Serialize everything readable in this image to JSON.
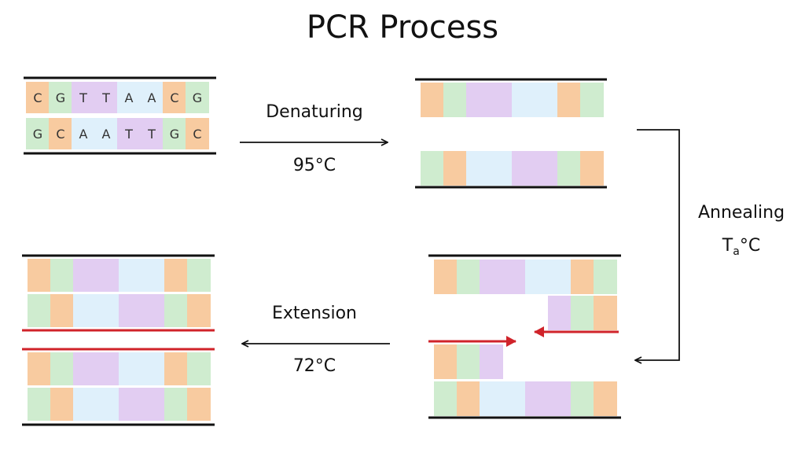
{
  "title": "PCR Process",
  "colors": {
    "C": "#f8cba0",
    "G": "#cfeccf",
    "T": "#e2cdf2",
    "A": "#dff0fb",
    "strand": "#111111",
    "primer": "#d0232a"
  },
  "sequence": {
    "top": [
      "C",
      "G",
      "T",
      "T",
      "A",
      "A",
      "C",
      "G"
    ],
    "bottom": [
      "G",
      "C",
      "A",
      "A",
      "T",
      "T",
      "G",
      "C"
    ]
  },
  "steps": {
    "denaturing": {
      "label": "Denaturing",
      "temperature": "95°C"
    },
    "annealing": {
      "label": "Annealing",
      "temp_base": "T",
      "temp_sub": "a",
      "temp_unit": "°C"
    },
    "extension": {
      "label": "Extension",
      "temperature": "72°C"
    }
  }
}
